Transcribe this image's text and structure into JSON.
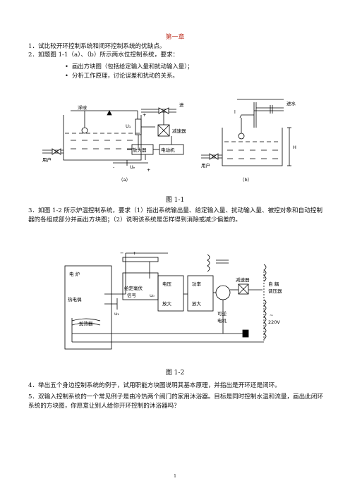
{
  "chapter_title": "第一章",
  "q1": "1．试比较开环控制系统和闭环控制系统的优缺点。",
  "q2": "2．如题图 1-1（a）、（b）所示两水位控制系统，要求：",
  "q2_bullets": [
    "画出方块图（包括给定输入量和扰动输入量）；",
    "分析工作原理，讨论误差和扰动的关系。"
  ],
  "fig1": {
    "caption": "图 1-1",
    "a_label": "（a）",
    "b_label": "（b）",
    "a_labels": {
      "float": "浮球",
      "inlet": "进",
      "user": "用户",
      "reducer": "减速器",
      "amplifier": "放大器",
      "motor": "电动机",
      "u1": "U₁",
      "ue": "Uₑ",
      "plus1": "+",
      "plus2": "+",
      "minus": "-"
    },
    "b_labels": {
      "inlet": "进水",
      "user": "用户",
      "h": "H",
      "l": "l"
    }
  },
  "q3": "3．如图 1-2 所示炉温控制系统，要求（1）指出系统输出量、给定输入量、扰动输入量、被控对象和自动控制器的各组成部分并画出方块图；（2）说明该系统是怎样得到消除或减少偏差的。",
  "fig2": {
    "caption": "图 1-2",
    "labels": {
      "furnace": "电 炉",
      "thermocouple": "热电偶",
      "heater": "加热器",
      "setpoint": "给定毫伏",
      "signal": "信号",
      "u0": "u₀",
      "ut": "u₁",
      "voltage_amp_1": "电压",
      "voltage_amp_2": "放大",
      "power_amp_1": "功率",
      "power_amp_2": "放大",
      "reducer": "减速器",
      "motor_1": "可逆",
      "motor_2": "电机",
      "auto_1": "自 耦",
      "auto_2": "调压器",
      "v220": "220V",
      "tilde": "~",
      "plus": "+",
      "minus": "−"
    }
  },
  "q4": "4．举出五个身边控制系统的例子，试用职能方块图说明其基本原理，并指出是开环还是闭环。",
  "q5": "5．双输入控制系统的一个常见例子是由冷热两个阀门的家用沐浴器。目标是同时控制水温和流量，画出此闭环系统的方块图，你愿意让别人给你开环控制的沐浴器吗？",
  "page_number": "1"
}
